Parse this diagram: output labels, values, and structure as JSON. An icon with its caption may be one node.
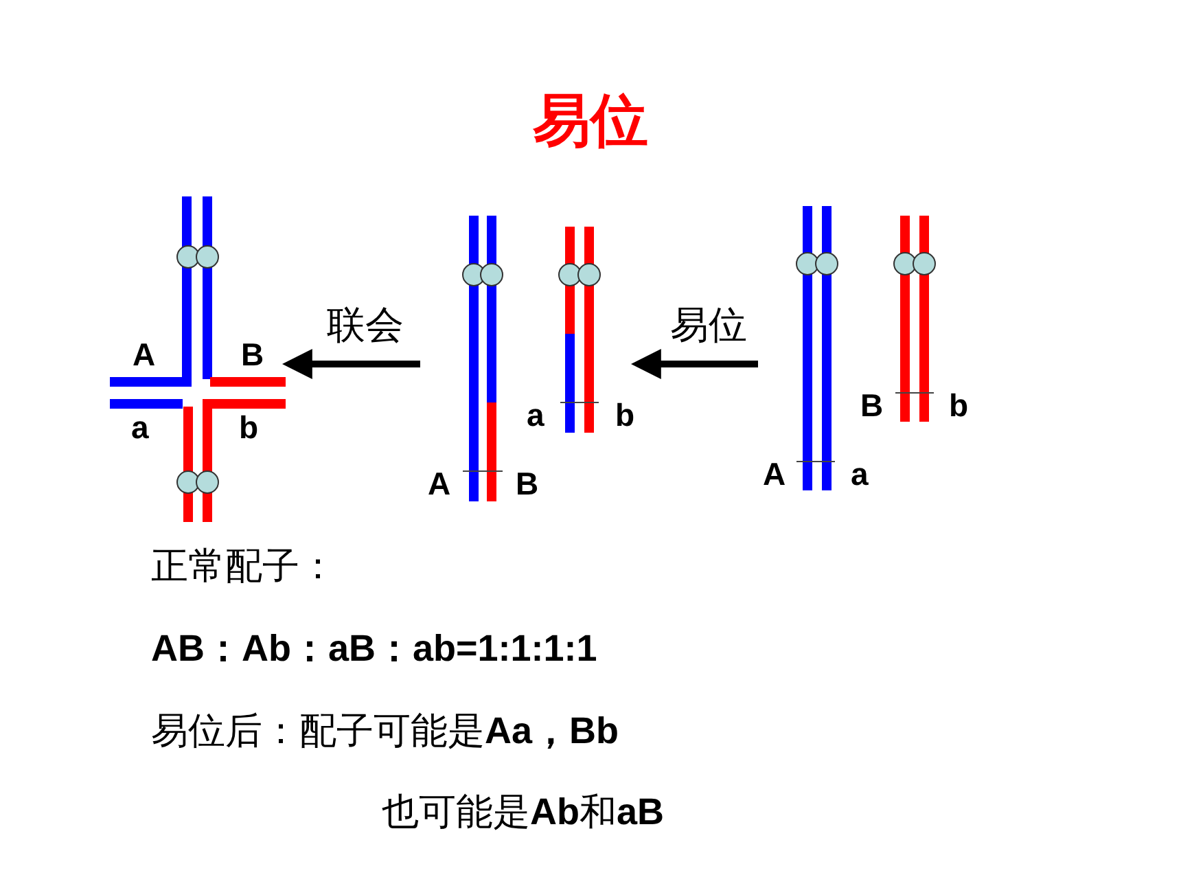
{
  "diagram": {
    "title": "易位",
    "nodes": [
      {
        "text": [
          "A",
          "B",
          "a",
          "b"
        ]
      },
      {
        "text": [
          "a",
          "b",
          "A",
          "B"
        ]
      },
      {
        "text": [
          "B",
          "b",
          "A",
          "a"
        ]
      }
    ],
    "edges": [
      {
        "from": 2,
        "to": 1,
        "arrow": "to",
        "label": "易位"
      },
      {
        "from": 1,
        "to": 0,
        "arrow": "to",
        "label": "联会"
      }
    ],
    "labels": [
      "正常配子：",
      "AB：Ab：aB：ab=1:1:1:1",
      "易位后：配子可能是**Aa，Bb**",
      "也可能是**Ab**和**aB**"
    ]
  }
}
